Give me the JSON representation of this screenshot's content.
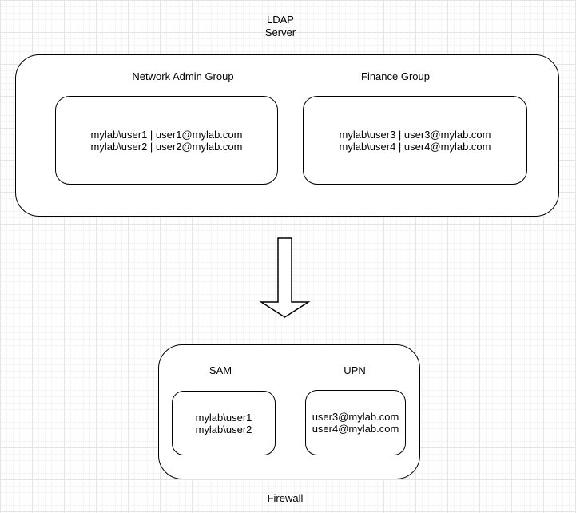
{
  "diagram": {
    "ldap_server": {
      "label_line1": "LDAP",
      "label_line2": "Server",
      "groups": [
        {
          "name": "Network Admin Group",
          "users": [
            "mylab\\user1 | user1@mylab.com",
            "mylab\\user2 | user2@mylab.com"
          ]
        },
        {
          "name": "Finance Group",
          "users": [
            "mylab\\user3 | user3@mylab.com",
            "mylab\\user4 | user4@mylab.com"
          ]
        }
      ]
    },
    "arrow": "down-arrow",
    "firewall": {
      "label": "Firewall",
      "sections": [
        {
          "name": "SAM",
          "entries": [
            "mylab\\user1",
            "mylab\\user2"
          ]
        },
        {
          "name": "UPN",
          "entries": [
            "user3@mylab.com",
            "user4@mylab.com"
          ]
        }
      ]
    }
  },
  "colors": {
    "stroke": "#000000",
    "shape_fill": "#ffffff",
    "background": "#ffffff",
    "grid_minor": "#f4f4f4",
    "grid_major": "#e4e4e4",
    "text": "#000000"
  }
}
